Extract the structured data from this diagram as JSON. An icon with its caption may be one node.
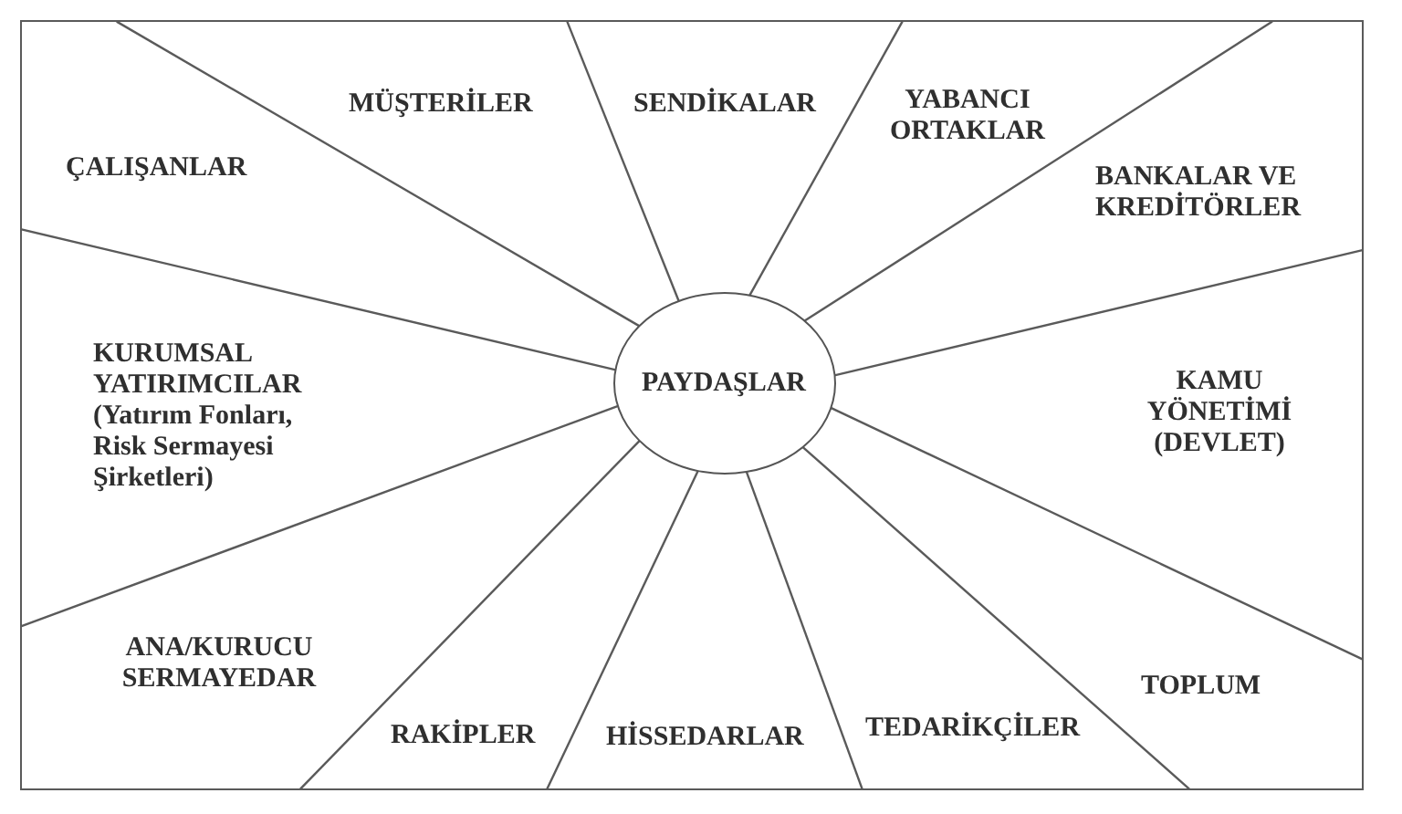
{
  "diagram": {
    "nodes": [
      {
        "text": [],
        "shape": "box"
      },
      {
        "text": [
          "PAYDAŞLAR"
        ],
        "in": 0
      }
    ],
    "edges": [
      {
        "from": 1,
        "to": 0,
        "arrow": "none"
      },
      {
        "from": 1,
        "to": 0,
        "arrow": "none"
      },
      {
        "from": 1,
        "to": 0,
        "arrow": "none"
      },
      {
        "from": 1,
        "to": 0,
        "arrow": "none"
      },
      {
        "from": 1,
        "to": 0,
        "arrow": "none"
      },
      {
        "from": 1,
        "to": 0,
        "arrow": "none"
      },
      {
        "from": 1,
        "to": 0,
        "arrow": "none"
      },
      {
        "from": 1,
        "to": 0,
        "arrow": "none"
      },
      {
        "from": 1,
        "to": 0,
        "arrow": "none"
      },
      {
        "from": 1,
        "to": 0,
        "arrow": "none"
      },
      {
        "from": 1,
        "to": 0,
        "arrow": "none"
      },
      {
        "from": 1,
        "to": 0,
        "arrow": "none"
      }
    ],
    "labels": [
      "MÜŞTERİLER",
      "SENDİKALAR",
      "YABANCI ORTAKLAR",
      "ÇALIŞANLAR",
      "BANKALAR VE KREDİTÖRLER",
      "KURUMSAL YATIRIMCILAR (Yatırım Fonları, Risk Sermayesi Şirketleri)",
      "KAMU YÖNETİMİ (DEVLET)",
      "ANA/KURUCU SERMAYEDAR",
      "TOPLUM",
      "TEDARİKÇİLER",
      "RAKİPLER",
      "HİSSEDARLAR"
    ]
  }
}
